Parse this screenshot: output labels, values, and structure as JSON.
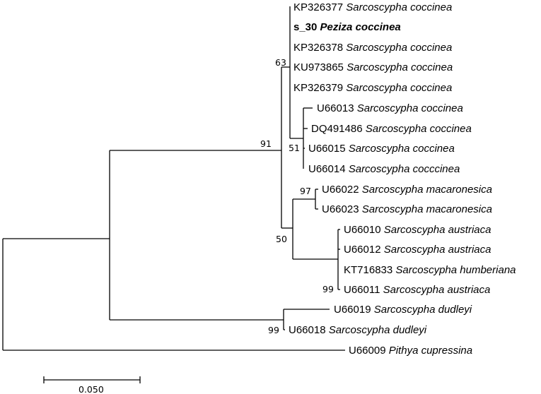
{
  "tree": {
    "taxa": [
      {
        "accession": "KP326377",
        "species": "Sarcoscypha coccinea",
        "bold": false
      },
      {
        "accession": "s_30",
        "species": "Peziza coccinea",
        "bold": true
      },
      {
        "accession": "KP326378",
        "species": "Sarcoscypha coccinea",
        "bold": false
      },
      {
        "accession": "KU973865",
        "species": "Sarcoscypha coccinea",
        "bold": false
      },
      {
        "accession": "KP326379",
        "species": "Sarcoscypha coccinea",
        "bold": false
      },
      {
        "accession": "U66013",
        "species": "Sarcoscypha coccinea",
        "bold": false
      },
      {
        "accession": "DQ491486",
        "species": "Sarcoscypha coccinea",
        "bold": false
      },
      {
        "accession": "U66015",
        "species": "Sarcoscypha coccinea",
        "bold": false
      },
      {
        "accession": "U66014",
        "species": "Sarcoscypha cocccinea",
        "bold": false
      },
      {
        "accession": "U66022",
        "species": "Sarcoscypha macaronesica",
        "bold": false
      },
      {
        "accession": "U66023",
        "species": "Sarcoscypha macaronesica",
        "bold": false
      },
      {
        "accession": "U66010",
        "species": "Sarcoscypha austriaca",
        "bold": false
      },
      {
        "accession": "U66012",
        "species": "Sarcoscypha austriaca",
        "bold": false
      },
      {
        "accession": "KT716833",
        "species": "Sarcoscypha humberiana",
        "bold": false
      },
      {
        "accession": "U66011",
        "species": "Sarcoscypha austriaca",
        "bold": false
      },
      {
        "accession": "U66019",
        "species": "Sarcoscypha dudleyi",
        "bold": false
      },
      {
        "accession": "U66018",
        "species": "Sarcoscypha dudleyi",
        "bold": false
      },
      {
        "accession": "U66009",
        "species": "Pithya cupressina",
        "bold": false
      }
    ],
    "support_values": [
      "63",
      "91",
      "51",
      "97",
      "50",
      "99",
      "99"
    ],
    "scale_bar": {
      "label": "0.050"
    },
    "line_color": "#000000"
  }
}
